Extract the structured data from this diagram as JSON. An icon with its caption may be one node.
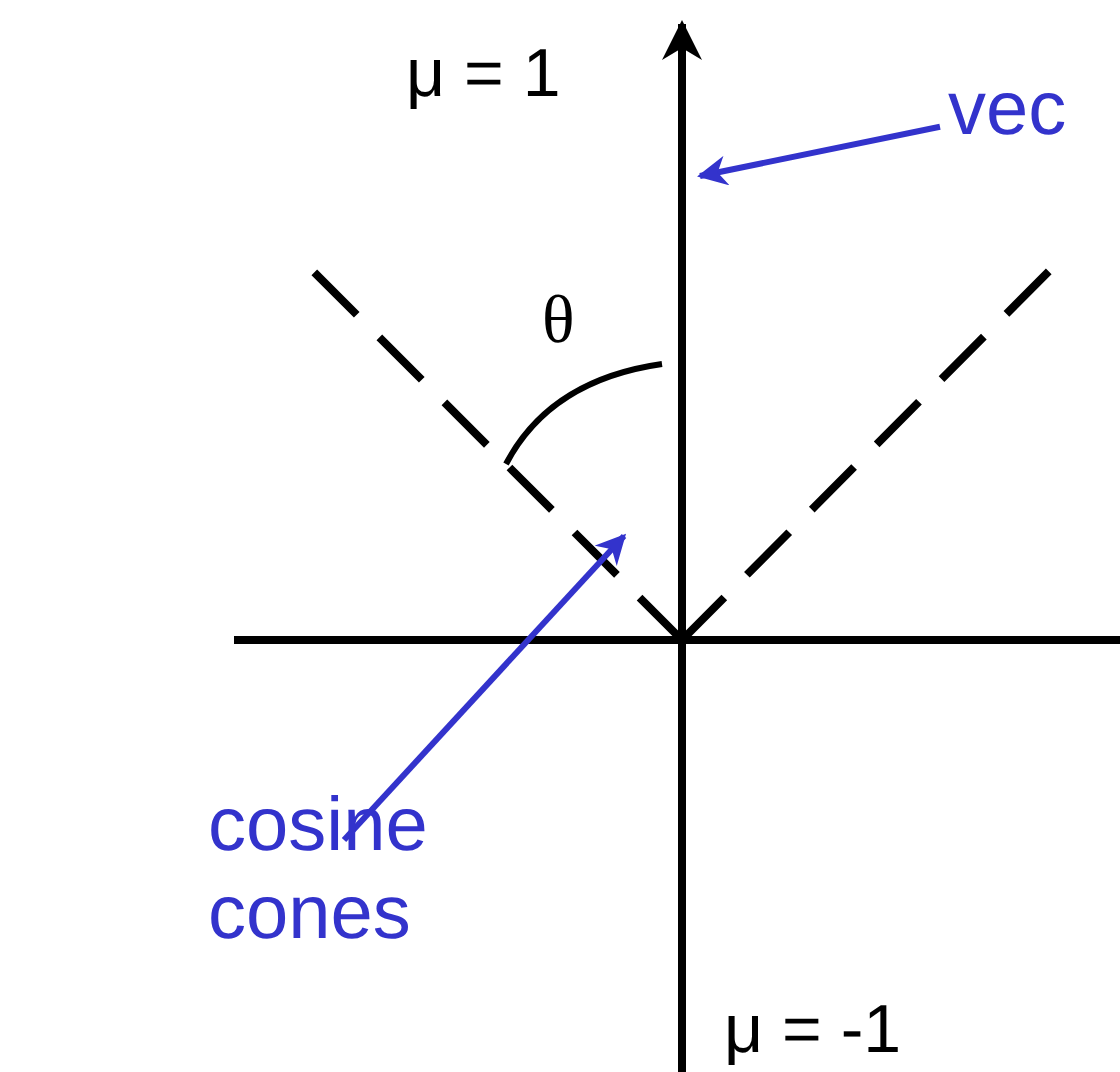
{
  "diagram": {
    "nodes": [
      {
        "text": [
          "vec"
        ]
      },
      {
        "text": [
          "cosine cones"
        ]
      }
    ],
    "edges": [
      {
        "from": 0,
        "to": null,
        "arrow": "to"
      },
      {
        "from": 1,
        "to": null,
        "arrow": "to"
      }
    ],
    "labels": [
      "μ = 1",
      "θ",
      "μ = -1"
    ]
  }
}
